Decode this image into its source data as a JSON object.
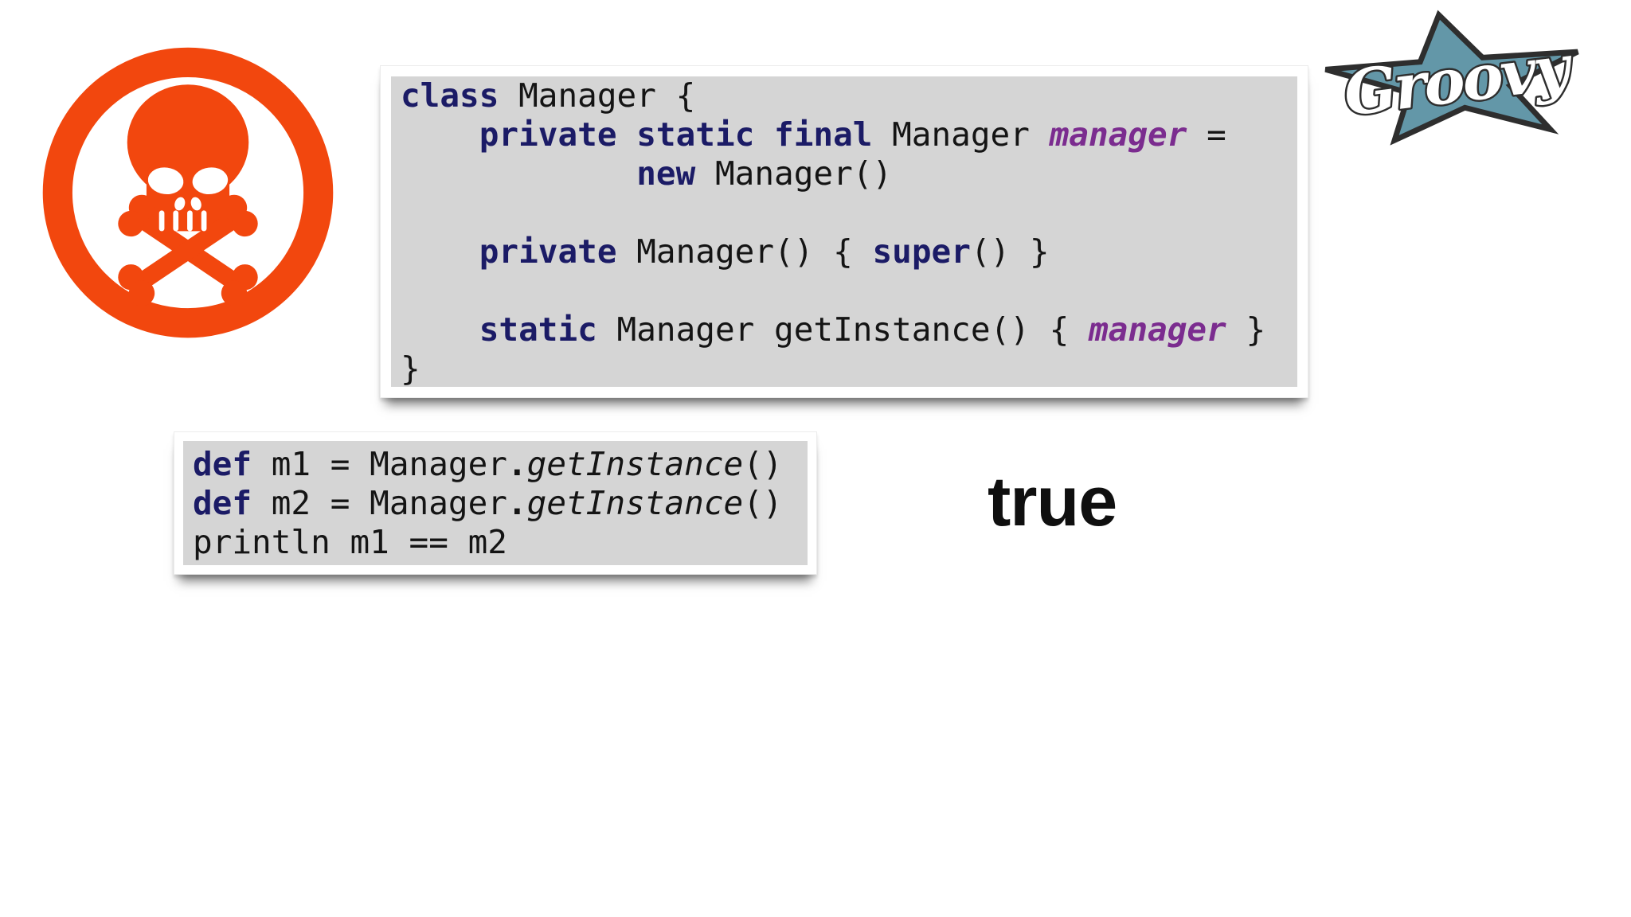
{
  "colors": {
    "page_bg": "#ffffff",
    "code_bg": "#d5d5d5",
    "code_keyword": "#1b1b66",
    "code_plain": "#141414",
    "code_field": "#7b2c8f",
    "result_text": "#0f0f0f",
    "skull_orange": "#f2470e",
    "groovy_star_fill": "#6397a8",
    "groovy_outline": "#2e2e2e",
    "groovy_text_fill": "#ffffff"
  },
  "icons": {
    "skull": "skull-crossbones-warning",
    "groovy": "groovy-language-star-logo"
  },
  "groovy_logo": {
    "label": "Groovy"
  },
  "main_code": {
    "lines": [
      [
        {
          "k": "kw",
          "s": "class"
        },
        {
          "k": "pl",
          "s": " Manager {"
        }
      ],
      [
        {
          "k": "pl",
          "s": "    "
        },
        {
          "k": "kw",
          "s": "private static final"
        },
        {
          "k": "pl",
          "s": " Manager "
        },
        {
          "k": "fd",
          "s": "manager"
        },
        {
          "k": "pl",
          "s": " ="
        }
      ],
      [
        {
          "k": "pl",
          "s": "            "
        },
        {
          "k": "kw",
          "s": "new"
        },
        {
          "k": "pl",
          "s": " Manager()"
        }
      ],
      [],
      [
        {
          "k": "pl",
          "s": "    "
        },
        {
          "k": "kw",
          "s": "private"
        },
        {
          "k": "pl",
          "s": " Manager() { "
        },
        {
          "k": "kw",
          "s": "super"
        },
        {
          "k": "pl",
          "s": "() }"
        }
      ],
      [],
      [
        {
          "k": "pl",
          "s": "    "
        },
        {
          "k": "kw",
          "s": "static"
        },
        {
          "k": "pl",
          "s": " Manager getInstance() { "
        },
        {
          "k": "fd",
          "s": "manager"
        },
        {
          "k": "pl",
          "s": " }"
        }
      ],
      [
        {
          "k": "pl",
          "s": "}"
        }
      ]
    ]
  },
  "snippet_code": {
    "lines": [
      [
        {
          "k": "kw",
          "s": "def"
        },
        {
          "k": "pl",
          "s": " m1 = Manager"
        },
        {
          "k": "dt",
          "s": "."
        },
        {
          "k": "it",
          "s": "getInstance"
        },
        {
          "k": "pl",
          "s": "()"
        }
      ],
      [
        {
          "k": "kw",
          "s": "def"
        },
        {
          "k": "pl",
          "s": " m2 = Manager"
        },
        {
          "k": "dt",
          "s": "."
        },
        {
          "k": "it",
          "s": "getInstance"
        },
        {
          "k": "pl",
          "s": "()"
        }
      ],
      [
        {
          "k": "pl",
          "s": "println m1 == m2"
        }
      ]
    ]
  },
  "result": {
    "text": "true"
  }
}
